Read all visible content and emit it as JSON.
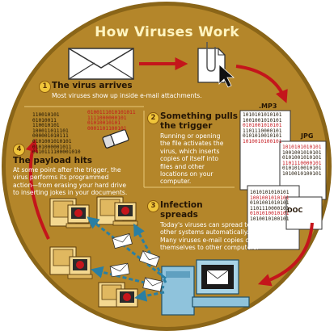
{
  "title": "How Viruses Work",
  "step1": {
    "number": "1",
    "heading": "The virus arrives",
    "text": "Most viruses show up inside e-mail attachments."
  },
  "step2": {
    "number": "2",
    "heading_line1": "Something pulls",
    "heading_line2": "the trigger",
    "text_lines": [
      "Running or opening",
      "the file activates the",
      "virus, which inserts",
      "copies of itself into",
      "files and other",
      "locations on your",
      "computer."
    ]
  },
  "step3": {
    "number": "3",
    "heading_line1": "Infection",
    "heading_line2": "spreads",
    "text_lines": [
      "Today's viruses can spread to",
      "other systems automatically.",
      "Many viruses e-mail copies of",
      "themselves to other computers."
    ]
  },
  "step4": {
    "number": "4",
    "heading": "The payload hits",
    "text_lines": [
      "At some point after the trigger, the",
      "virus performs its programmed",
      "action—from erasing your hard drive",
      "to inserting jokes in your documents."
    ]
  },
  "file_labels": {
    "mp3": ".MP3",
    "jpg": "JPG",
    "doc": ".DOC"
  },
  "binary": {
    "payload_black": [
      "110010101",
      "01010011",
      "110010101",
      "100011011101",
      "000001010111",
      "0101001010101",
      "0101000001011",
      "0110111100001010"
    ],
    "payload_red_lines": [
      "0100111010101011",
      "1111000000101",
      "01010010101",
      "0001101100101"
    ],
    "file_rows": [
      "1010101010101",
      "1001001010101",
      "0101001010101",
      "1101110000101",
      "0101010010101",
      "1010010100101"
    ]
  },
  "colors": {
    "disc": "#b4862a",
    "disc_rim": "#8a6518",
    "text_dark": "#241505",
    "accent_red": "#c4151b",
    "dashed_arrow": "#2a7fa3"
  },
  "icons": [
    "envelope-icon",
    "attachment-file-icon",
    "mouse-cursor-icon",
    "eraser-icon",
    "infected-computer-icon",
    "sender-computer-icon",
    "email-envelope-icon"
  ]
}
